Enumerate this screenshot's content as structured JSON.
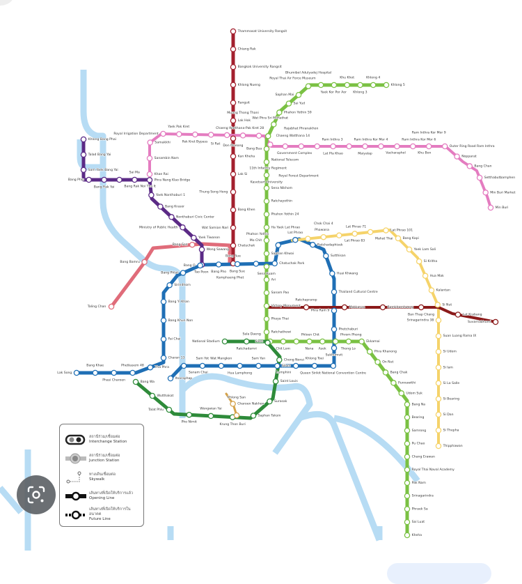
{
  "colors": {
    "dark_red": "#a3202e",
    "light_red": "#e06c7a",
    "purple": "#5b2a86",
    "pink": "#e47cc0",
    "green": "#7ac143",
    "silom": "#2e8b3a",
    "blue": "#1f6fb5",
    "yellow": "#f5d36a",
    "arl": "#8b1a1a",
    "gold": "#d4a24a",
    "river": "#b7dcf4"
  },
  "lines": [
    {
      "id": "dark_red",
      "side": "right",
      "stations": [
        "Thammasat University Rangsit",
        "Chiang Rak",
        "Bangkok University Rangsit",
        "Khlong Nueng",
        "Rangsit",
        "Lak Hok",
        "Don Mueang",
        "Kan Kheha",
        "Lak Si",
        "Thung Song Hong",
        "Bang Khen",
        "Wat Samian Nari",
        "Chatuchak",
        "Bang Sue"
      ]
    },
    {
      "id": "light_red",
      "side": "left",
      "stations": [
        "Bang Son",
        "Bang Bamru",
        "Taling Chan"
      ]
    },
    {
      "id": "purple",
      "side": "below",
      "stations": [
        "Khlong Bang Phai",
        "Talad Bang Yai",
        "Sam Yaek Bang Yai",
        "Bang Phlu",
        "Bang Rak Yai",
        "Bang Rak Noi Tha It",
        "Sai Ma",
        "Phra Nang Klao Bridge",
        "Yaek Nonthaburi 1",
        "Bang Krasor",
        "Nonthaburi Civic Center",
        "Ministry of Public Health",
        "Yaek Tiwanon",
        "Wong Sawang",
        "Tao Poon"
      ]
    },
    {
      "id": "pink",
      "side": "above",
      "stations": [
        "Khae Rai",
        "Sanambin Nam",
        "Samakkhi",
        "Royal Irrigation Department",
        "Yaek Pak Kret",
        "Pak Kret Bypass",
        "Chaeng Watthana-Pak Kret 28",
        "Si Rat",
        "Muang Thong Thani",
        "Chaeng Watthana 14",
        "Government Complex",
        "National Telecom",
        "Rajabhat Phranakhon",
        "Ram Inthra 3",
        "Lat Pla Khao",
        "Ram Inthra Kor Mor 4",
        "Maiyalap",
        "Vacharaphol",
        "Ram Inthra Kor Mor 6",
        "Khu Bon",
        "Ram Inthra Kor Mor 9",
        "Outer Ring Road Ram Inthra",
        "Nopparat",
        "Bang Chan",
        "Setthabutbamphen",
        "Min Buri Market",
        "Min Buri"
      ]
    },
    {
      "id": "green",
      "side": "right",
      "stations": [
        "Khlong 5",
        "Khlong 4",
        "Khlong 3",
        "Khu Khot",
        "Yaek Kor Por Aor",
        "Royal Thai Air Force Museum",
        "Bhumibol Adulyadej Hospital",
        "Saphan Mai",
        "Sai Yud",
        "Phahon Yothin 59",
        "Wat Phra Sri Mahathat",
        "11th Infantry Regiment",
        "Bang Bua",
        "Royal Forest Department",
        "Kasetsart University",
        "Sena Nikhom",
        "Ratchayothin",
        "Phahon Yothin 24",
        "Ha Yaek Lat Phrao",
        "Mo Chit",
        "Saphan Khwai",
        "Sena Ruam",
        "Ari",
        "Sanam Pao",
        "Victory Monument",
        "Phaya Thai",
        "Ratchathewi",
        "Siam",
        "Chit Lom",
        "Phloen Chit",
        "Nana",
        "Asok",
        "Phrom Phong",
        "Thong Lo",
        "Ekkamai",
        "Phra Khanong",
        "On Nut",
        "Bang Chak",
        "Punnawithi",
        "Udom Suk",
        "Bang Na",
        "Bearing",
        "Samrong",
        "Pu Chao",
        "Chang Erawan",
        "Royal Thai Naval Academy",
        "Pak Nam",
        "Srinagarindra",
        "Phraek Sa",
        "Sai Luat",
        "Kheha"
      ]
    },
    {
      "id": "silom",
      "side": "below",
      "stations": [
        "National Stadium",
        "Ratchadamri",
        "Sala Daeng",
        "Chong Nonsi",
        "Saint Louis",
        "Surasak",
        "Saphan Taksin",
        "Krung Thon Buri",
        "Wongwian Yai",
        "Pho Nimit",
        "Talat Phlu",
        "Wutthakat",
        "Bang Wa"
      ]
    },
    {
      "id": "blue",
      "side": "right",
      "stations": [
        "Lak Song",
        "Bang Khae",
        "Phasi Charoen",
        "Phetkasem 48",
        "Tha Phra",
        "Charan 13",
        "Fai Chai",
        "Bang Khun Non",
        "Bang Yi Khan",
        "Sirindhorn",
        "Bang Phlat",
        "Bang O",
        "Bang Pho",
        "Bang Sue",
        "Kamphaeng Phet",
        "Chatuchak Park",
        "Phahon Yothin",
        "Lat Phrao",
        "Ratchadaphisek",
        "Sutthisan",
        "Huai Khwang",
        "Thailand Cultural Centre",
        "Phra Ram 9",
        "Phetchaburi",
        "Sukhumvit",
        "Queen Sirikit National Convention Centre",
        "Khlong Toei",
        "Lumphini",
        "Silom",
        "Sam Yan",
        "Hua Lamphong",
        "Wat Mangkon",
        "Sam Yot",
        "Sanam Chai",
        "Itsaraphap"
      ]
    },
    {
      "id": "yellow",
      "side": "right",
      "stations": [
        "Phawana",
        "Chok Chai 4",
        "Lat Phrao 71",
        "Lat Phrao 83",
        "Mahat Thai",
        "Lat Phrao 101",
        "Bang Kapi",
        "Yaek Lam Sali",
        "Si Kritha",
        "Hua Mak",
        "Kalantan",
        "Si Nut",
        "Srinagarindra 38",
        "Suan Luang Rama IX",
        "Si Udom",
        "Si Iam",
        "Si La Salle",
        "Si Bearing",
        "Si Dan",
        "Si Thepha",
        "Thipphawan"
      ]
    },
    {
      "id": "arl",
      "side": "above",
      "stations": [
        "Ratchaprarop",
        "Makkasan",
        "Ramkhamhaeng",
        "Ban Thap Chang",
        "Lat Krabang",
        "Suvarnabhumi"
      ]
    },
    {
      "id": "gold",
      "side": "right",
      "stations": [
        "Charoen Nakhon",
        "Khlong San"
      ]
    }
  ],
  "legend": {
    "items": [
      {
        "th": "สถานีร่วม/เชื่อมต่อ",
        "en": "Interchange Station"
      },
      {
        "th": "สถานีร่วม/เชื่อมต่อ",
        "en": "Junction Station"
      },
      {
        "th": "ทางเดินเชื่อมต่อ",
        "en": "Skywalk"
      },
      {
        "th": "เส้นทางที่เปิดให้บริการแล้ว",
        "en": "Opening Line"
      },
      {
        "th": "เส้นทางที่เปิดให้บริการในอนาคต",
        "en": "Future Line"
      }
    ]
  }
}
